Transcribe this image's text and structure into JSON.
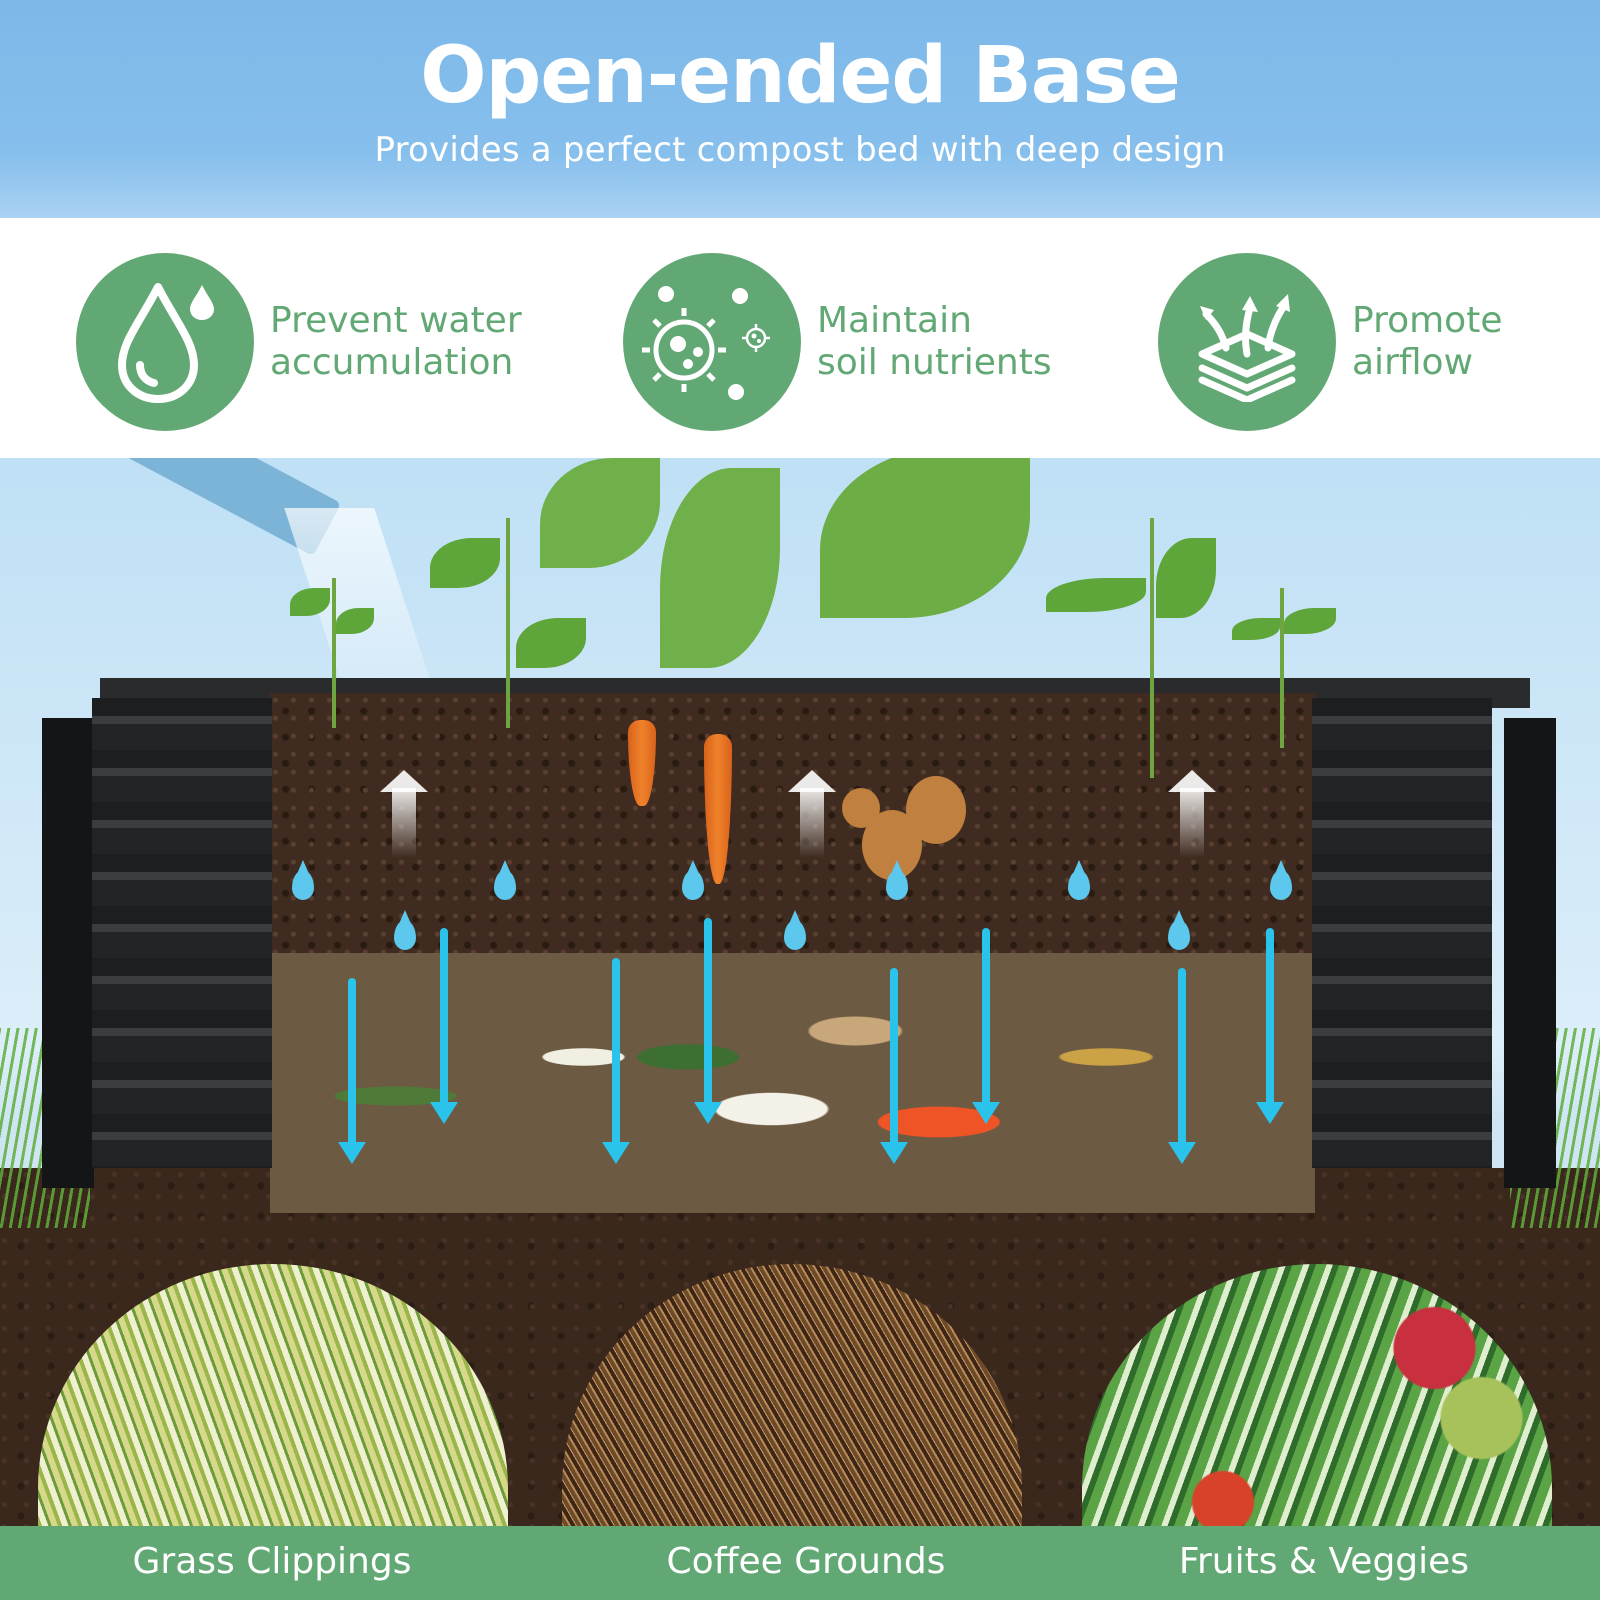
{
  "header": {
    "title": "Open-ended Base",
    "subtitle": "Provides a perfect compost bed with deep design"
  },
  "features": [
    {
      "icon": "water-drop-icon",
      "label": "Prevent water\naccumulation"
    },
    {
      "icon": "microbe-icon",
      "label": "Maintain\nsoil nutrients"
    },
    {
      "icon": "airflow-layers-icon",
      "label": "Promote\nairflow"
    }
  ],
  "illustration": {
    "description": "Cross-section of a black corrugated metal raised garden bed with plants, roots, water drops and airflow arrows over a compost layer"
  },
  "materials": [
    {
      "label": "Grass Clippings"
    },
    {
      "label": "Coffee Grounds"
    },
    {
      "label": "Fruits & Veggies"
    }
  ],
  "colors": {
    "brand_green": "#62a874",
    "header_sky": "#86bfec",
    "water_blue": "#29c3ec",
    "bed_black": "#1d1e20"
  }
}
